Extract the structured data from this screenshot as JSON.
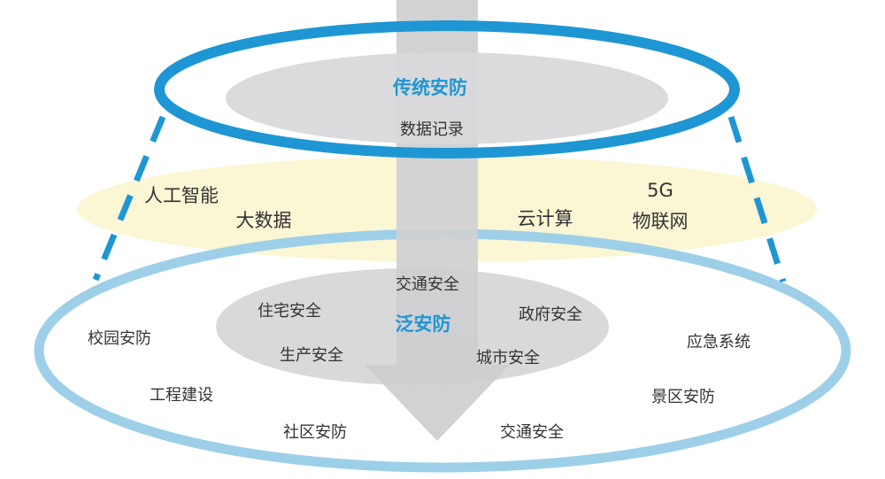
{
  "colors": {
    "top_ring": "#1e96d3",
    "bottom_ring": "#9dd0e8",
    "middle_band": "#fbf6d4",
    "inner_disc": "#d9d9db",
    "arrow": "#cfcfd2",
    "accent_text": "#1e96d3",
    "body_text": "#333333"
  },
  "top_layer": {
    "title": "传统安防",
    "subtitle": "数据记录"
  },
  "middle_layer": {
    "items": [
      "人工智能",
      "大数据",
      "云计算",
      "5G",
      "物联网"
    ]
  },
  "bottom_layer": {
    "title": "泛安防",
    "inner_items": [
      "交通安全",
      "住宅安全",
      "政府安全",
      "生产安全",
      "城市安全"
    ],
    "outer_items": [
      "校园安防",
      "应急系统",
      "工程建设",
      "景区安防",
      "社区安防",
      "交通安全"
    ]
  }
}
